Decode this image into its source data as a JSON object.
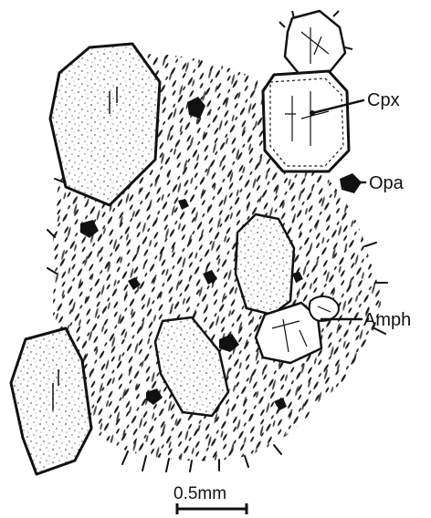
{
  "figure": {
    "labels": {
      "cpx": "Cpx",
      "opa": "Opa",
      "amph": "Amph"
    },
    "scale_bar": {
      "label": "0.5mm"
    },
    "colors": {
      "ink": "#111111",
      "paper": "#ffffff"
    }
  }
}
